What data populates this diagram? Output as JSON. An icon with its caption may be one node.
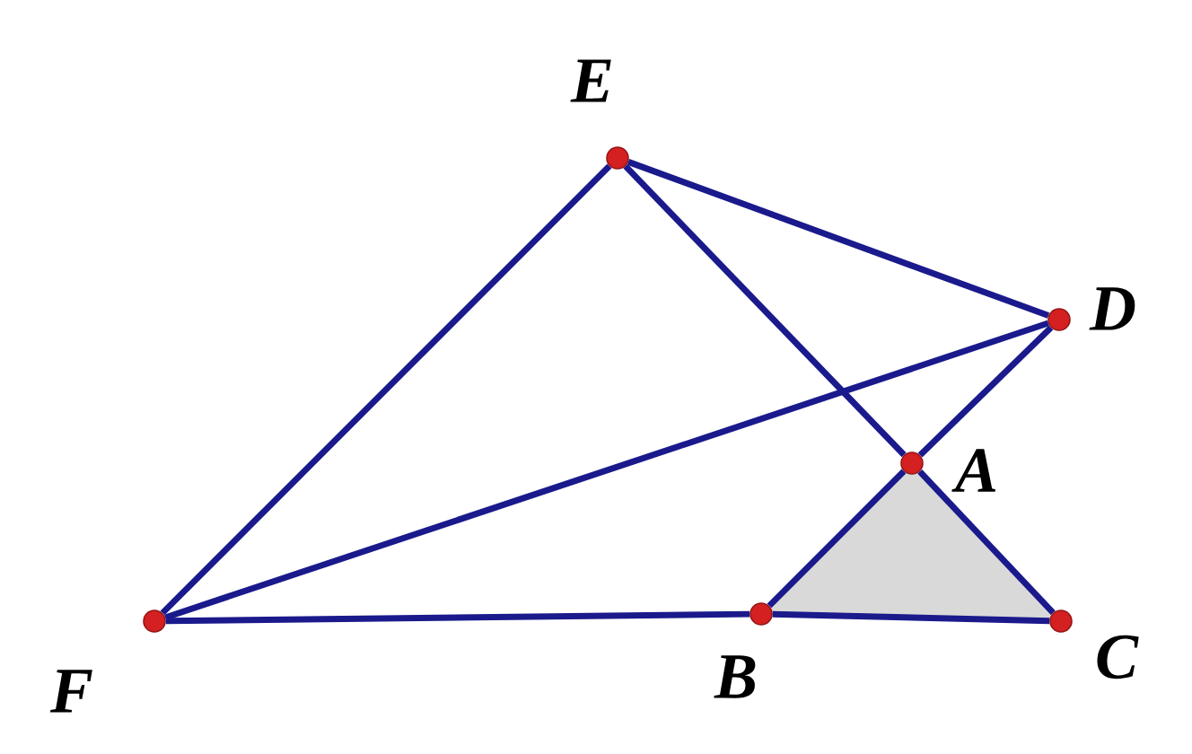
{
  "diagram": {
    "nodes": [
      {
        "text": [],
        "shape": "circle",
        "beside": [
          "E"
        ]
      },
      {
        "text": [],
        "shape": "circle",
        "beside": [
          "D"
        ]
      },
      {
        "text": [],
        "shape": "circle",
        "beside": [
          "A"
        ]
      },
      {
        "text": [],
        "shape": "circle",
        "beside": [
          "F"
        ]
      },
      {
        "text": [],
        "shape": "circle",
        "beside": [
          "B"
        ]
      },
      {
        "text": [],
        "shape": "circle",
        "beside": [
          "C"
        ]
      }
    ],
    "edges": [
      {
        "from": 0,
        "to": 3,
        "arrow": "none"
      },
      {
        "from": 0,
        "to": 1,
        "arrow": "none"
      },
      {
        "from": 0,
        "to": 2,
        "arrow": "none"
      },
      {
        "from": 2,
        "to": 5,
        "arrow": "none"
      },
      {
        "from": 3,
        "to": 1,
        "arrow": "none"
      },
      {
        "from": 1,
        "to": 2,
        "arrow": "none"
      },
      {
        "from": 2,
        "to": 4,
        "arrow": "none"
      },
      {
        "from": 3,
        "to": 4,
        "arrow": "none"
      },
      {
        "from": 4,
        "to": 5,
        "arrow": "none"
      }
    ]
  }
}
